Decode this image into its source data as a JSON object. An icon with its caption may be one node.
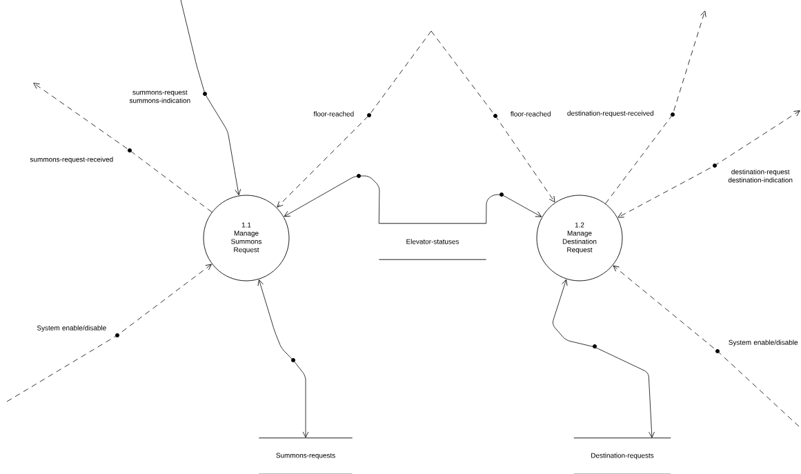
{
  "diagram": {
    "nodes": [
      {
        "text": [
          "1.1",
          "Manage Summons Request"
        ]
      },
      {
        "text": [
          "1.2",
          "Manage Destination Request"
        ]
      },
      {
        "text": [
          "Elevator-statuses"
        ]
      },
      {
        "text": [
          "Summons-requests"
        ]
      },
      {
        "text": [
          "Destination-requests"
        ]
      }
    ],
    "edges": [
      {
        "from": null,
        "to": 0,
        "arrow": "to",
        "label": "summons-request summons-indication"
      },
      {
        "from": 0,
        "to": null,
        "arrow": "to",
        "style": "dashed",
        "label": "summons-request-received"
      },
      {
        "from": null,
        "to": 0,
        "arrow": "to",
        "style": "dashed",
        "label": "floor-reached"
      },
      {
        "from": null,
        "to": 1,
        "arrow": "to",
        "style": "dashed",
        "label": "floor-reached"
      },
      {
        "from": 2,
        "to": 0,
        "arrow": "to"
      },
      {
        "from": 2,
        "to": 1,
        "arrow": "to"
      },
      {
        "from": 1,
        "to": null,
        "arrow": "to",
        "style": "dashed",
        "label": "destination-request-received"
      },
      {
        "from": null,
        "to": 1,
        "arrow": "both",
        "style": "dashed",
        "label": "destination-request destination-indication"
      },
      {
        "from": null,
        "to": 0,
        "arrow": "to",
        "style": "dashed",
        "label": "System enable/disable"
      },
      {
        "from": null,
        "to": 1,
        "arrow": "to",
        "style": "dashed",
        "label": "System enable/disable"
      },
      {
        "from": 0,
        "to": 3,
        "arrow": "both"
      },
      {
        "from": 1,
        "to": 4,
        "arrow": "both"
      }
    ]
  }
}
